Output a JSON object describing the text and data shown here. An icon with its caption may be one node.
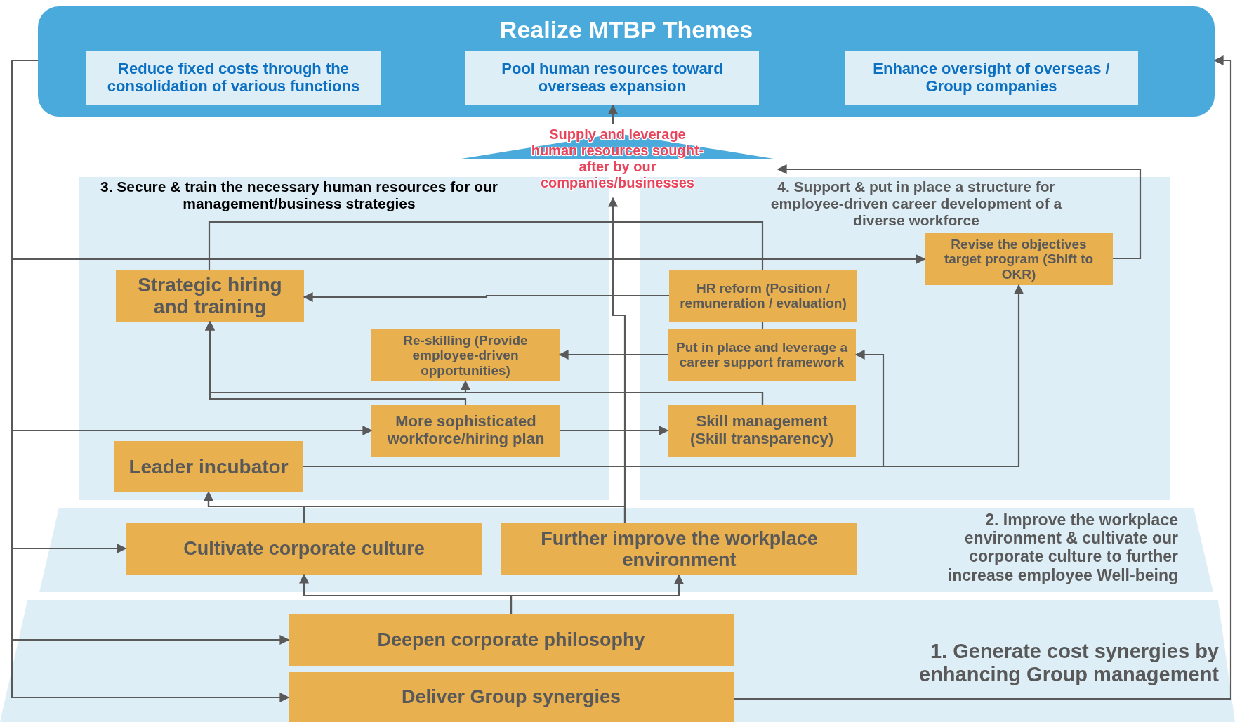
{
  "diagram": {
    "nodes": [
      {
        "text": [
          "Realize MTBP Themes"
        ]
      },
      {
        "text": [
          "Reduce fixed costs through the consolidation of various functions"
        ],
        "in": 0
      },
      {
        "text": [
          "Pool human resources toward overseas expansion"
        ],
        "in": 0
      },
      {
        "text": [
          "Enhance oversight of overseas / Group companies"
        ],
        "in": 0
      },
      {
        "text": [
          "Supply and leverage human resources sought-after by our companies/businesses"
        ]
      },
      {
        "text": [
          "3. Secure & train the necessary human resources for our management/business strategies"
        ]
      },
      {
        "text": [
          "Strategic hiring and training"
        ],
        "in": 5
      },
      {
        "text": [
          "Re-skilling (Provide employee-driven opportunities)"
        ],
        "in": 5
      },
      {
        "text": [
          "More sophisticated workforce/hiring plan"
        ],
        "in": 5
      },
      {
        "text": [
          "Leader incubator"
        ],
        "in": 5
      },
      {
        "text": [
          "4. Support & put in place a structure for employee-driven career development of a diverse workforce"
        ]
      },
      {
        "text": [
          "HR reform (Position / remuneration / evaluation)"
        ],
        "in": 10
      },
      {
        "text": [
          "Put in place and leverage a career support framework"
        ],
        "in": 10
      },
      {
        "text": [
          "Skill management (Skill transparency)"
        ],
        "in": 10
      },
      {
        "text": [
          "Revise the objectives target program (Shift to OKR)"
        ],
        "in": 10
      },
      {
        "text": [
          "2. Improve the workplace environment & cultivate our corporate culture to further increase employee Well-being"
        ]
      },
      {
        "text": [
          "Cultivate corporate culture"
        ],
        "in": 15
      },
      {
        "text": [
          "Further improve the workplace environment"
        ],
        "in": 15
      },
      {
        "text": [
          "1. Generate cost synergies by enhancing Group management"
        ]
      },
      {
        "text": [
          "Deepen corporate philosophy"
        ],
        "in": 18
      },
      {
        "text": [
          "Deliver Group synergies"
        ],
        "in": 18
      }
    ],
    "edges": [
      {
        "from": 0,
        "to": 14,
        "arrow": "to"
      },
      {
        "from": 0,
        "to": 8,
        "arrow": "to"
      },
      {
        "from": 0,
        "to": 16,
        "arrow": "to"
      },
      {
        "from": 0,
        "to": 19,
        "arrow": "to"
      },
      {
        "from": 0,
        "to": 20,
        "arrow": "to"
      },
      {
        "from": 20,
        "to": 0,
        "arrow": "to"
      },
      {
        "from": 19,
        "to": 16,
        "arrow": "to"
      },
      {
        "from": 19,
        "to": 17,
        "arrow": "to"
      },
      {
        "from": 16,
        "to": 9,
        "arrow": "to"
      },
      {
        "from": 17,
        "to": 9,
        "arrow": "to"
      },
      {
        "from": 17,
        "to": 4,
        "arrow": "to"
      },
      {
        "from": 14,
        "to": 4,
        "arrow": "to"
      },
      {
        "from": 4,
        "to": 2,
        "arrow": "to"
      },
      {
        "from": 6,
        "to": 11,
        "arrow": "none"
      },
      {
        "from": 11,
        "to": 6,
        "arrow": "to"
      },
      {
        "from": 12,
        "to": 7,
        "arrow": "to"
      },
      {
        "from": 13,
        "to": 7,
        "arrow": "to"
      },
      {
        "from": 13,
        "to": 6,
        "arrow": "to"
      },
      {
        "from": 8,
        "to": 6,
        "arrow": "to"
      },
      {
        "from": 8,
        "to": 13,
        "arrow": "to"
      },
      {
        "from": 9,
        "to": 14,
        "arrow": "to"
      },
      {
        "from": 9,
        "to": 12,
        "arrow": "to"
      },
      {
        "from": 11,
        "to": 12,
        "arrow": "none"
      }
    ]
  }
}
